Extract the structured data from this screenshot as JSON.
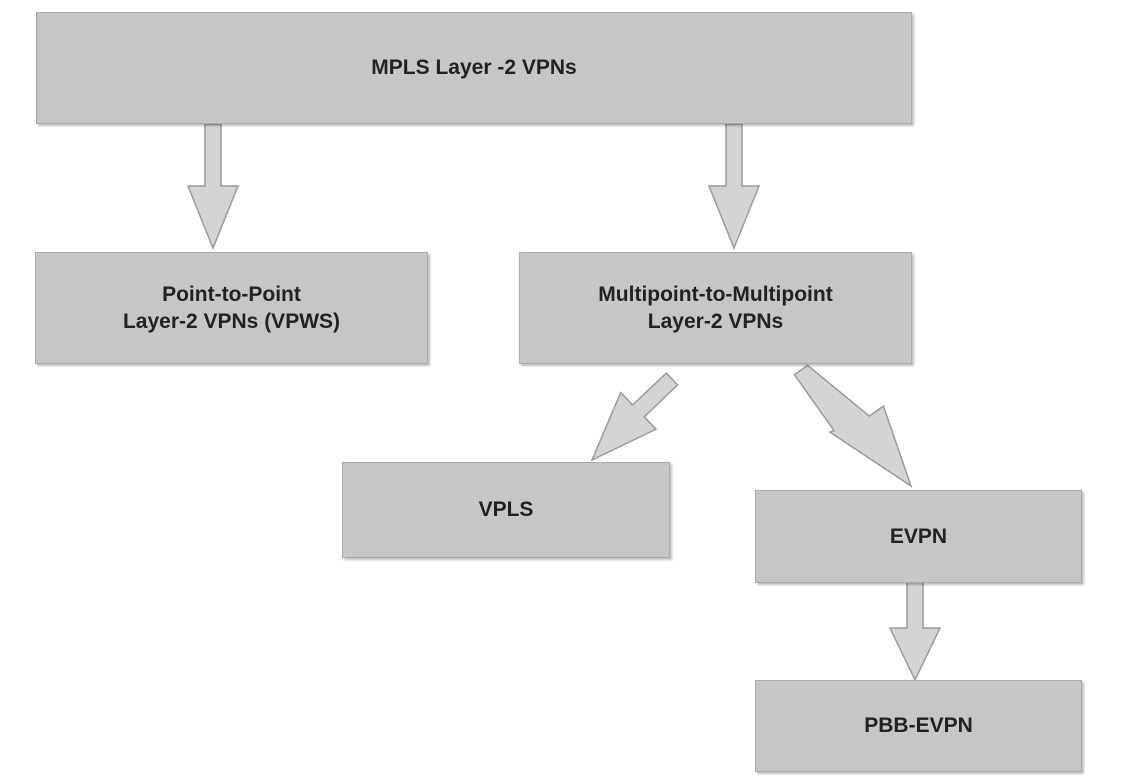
{
  "nodes": {
    "root": {
      "label": "MPLS Layer -2 VPNs"
    },
    "p2p": {
      "label": "Point-to-Point\nLayer-2 VPNs (VPWS)"
    },
    "mp2mp": {
      "label": "Multipoint-to-Multipoint\nLayer-2 VPNs"
    },
    "vpls": {
      "label": "VPLS"
    },
    "evpn": {
      "label": "EVPN"
    },
    "pbb_evpn": {
      "label": "PBB-EVPN"
    }
  },
  "edges": [
    {
      "from": "MPLS Layer -2 VPNs",
      "to": "Point-to-Point Layer-2 VPNs (VPWS)"
    },
    {
      "from": "MPLS Layer -2 VPNs",
      "to": "Multipoint-to-Multipoint Layer-2 VPNs"
    },
    {
      "from": "Multipoint-to-Multipoint Layer-2 VPNs",
      "to": "VPLS"
    },
    {
      "from": "Multipoint-to-Multipoint Layer-2 VPNs",
      "to": "EVPN"
    },
    {
      "from": "EVPN",
      "to": "PBB-EVPN"
    }
  ],
  "colors": {
    "box_fill": "#c6c6c6",
    "box_border": "#a9a9a9",
    "arrow_fill": "#d4d4d4",
    "arrow_stroke": "#9a9a9a",
    "text": "#222222"
  }
}
